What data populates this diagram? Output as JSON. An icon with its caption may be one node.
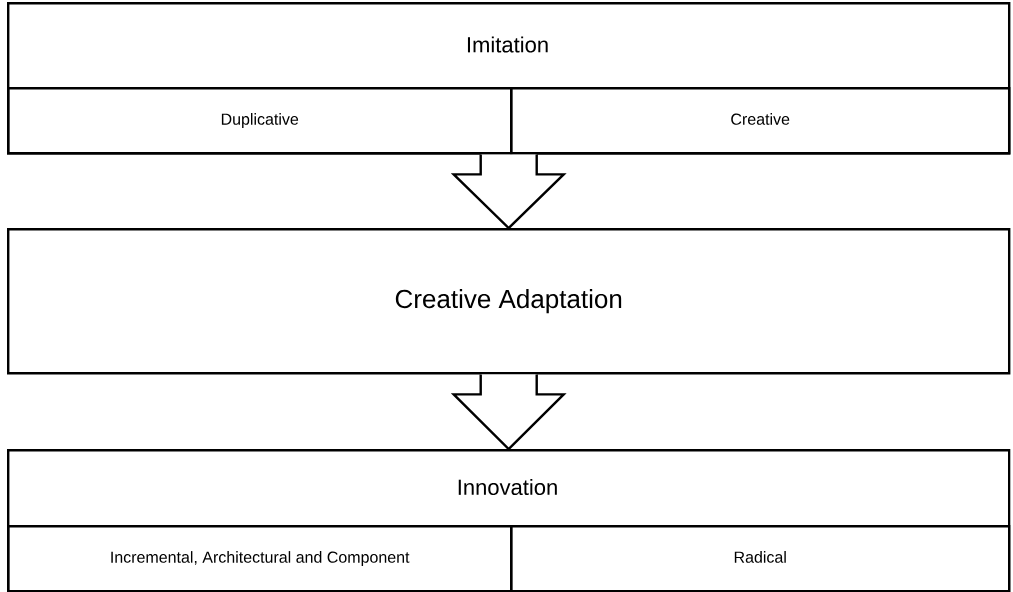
{
  "diagram": {
    "nodes": [
      {
        "text": [
          "Imitation"
        ]
      },
      {
        "text": [
          "Duplicative"
        ],
        "in": 0
      },
      {
        "text": [
          "Creative"
        ],
        "in": 0
      },
      {
        "text": [
          "Creative Adaptation"
        ]
      },
      {
        "text": [
          "Innovation"
        ]
      },
      {
        "text": [
          "Incremental, Architectural and Component"
        ],
        "in": 4
      },
      {
        "text": [
          "Radical"
        ],
        "in": 4
      }
    ],
    "edges": [
      {
        "from": 0,
        "to": 3,
        "arrow": "to"
      },
      {
        "from": 3,
        "to": 4,
        "arrow": "to"
      }
    ]
  }
}
